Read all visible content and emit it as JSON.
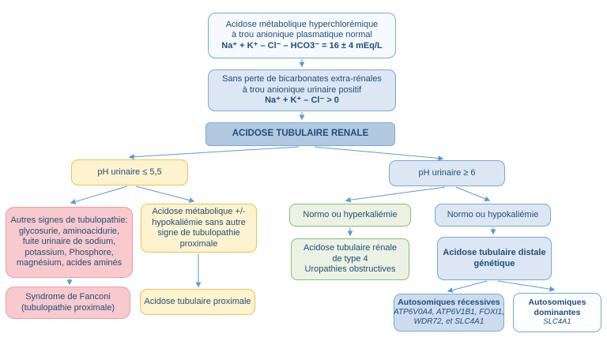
{
  "colors": {
    "line": "#5b9bd5",
    "text": "#1f4e79",
    "blue-border": "#74a9d8",
    "blue-fill": "#dce7f3",
    "blue-strong-fill": "#b3c9e1",
    "pale-fill": "#f6fafd",
    "yellow-fill": "#fdf3cf",
    "yellow-border": "#f0c050",
    "pink-fill": "#f8c9cd",
    "pink-border": "#ef9aa4",
    "green-fill": "#ebf2e3",
    "green-border": "#85c06d",
    "recessive-fill": "#ccdcee",
    "white-fill": "#fdfeff"
  },
  "nodes": {
    "acidose_metabolique": {
      "lines": [
        "Acidose métabolique hyperchlorémique",
        "à trou anionique plasmatique normal",
        "Na⁺ + K⁺ – Cl⁻ – HCO3⁻ = 16 ± 4 mEq/L"
      ]
    },
    "sans_perte": {
      "lines": [
        "Sans perte de bicarbonates extra-rénales",
        "à trou anionique urinaire positif",
        "Na⁺ + K⁺ – Cl⁻ > 0"
      ]
    },
    "acidose_tubulaire_renale": {
      "label": "ACIDOSE TUBULAIRE RENALE"
    },
    "ph_bas": {
      "label": "pH urinaire ≤ 5,5"
    },
    "ph_haut": {
      "label": "pH urinaire ≥ 6"
    },
    "autres_signes": {
      "lines": [
        "Autres signes de tubulopathie:",
        "glycosurie, aminoacidurie,",
        "fuite urinaire de sodium,",
        "potassium, Phosphore,",
        "magnésium, acides aminés"
      ]
    },
    "acidose_hypokaliemie": {
      "lines": [
        "Acidose métabolique +/-",
        "hypokaliémie sans autre",
        "signe de tubulopathie",
        "proximale"
      ]
    },
    "fanconi": {
      "lines": [
        "Syndrome de Fanconi",
        "(tubulopathie proximale)"
      ]
    },
    "acidose_proximale": {
      "label": "Acidose tubulaire proximale"
    },
    "hyperkaliemie": {
      "label": "Normo ou hyperkaliémie"
    },
    "type4": {
      "lines": [
        "Acidose tubulaire rénale",
        "de type 4",
        "Uropathies obstructives"
      ]
    },
    "hypokaliemie": {
      "label": "Normo ou hypokaliémie"
    },
    "distale_genetique": {
      "lines": [
        "Acidose tubulaire distale",
        "génétique"
      ]
    },
    "recessives": {
      "title": "Autosomiques récessives",
      "genes_line1": "ATP6V0A4, ATP6V1B1, FOXI1,",
      "genes_line2": "WDR72, et SLC4A1"
    },
    "dominantes": {
      "title_line1": "Autosomiques",
      "title_line2": "dominantes",
      "gene": "SLC4A1"
    }
  },
  "edges": [
    {
      "from": "acidose_metabolique",
      "to": "sans_perte"
    },
    {
      "from": "sans_perte",
      "to": "acidose_tubulaire_renale"
    },
    {
      "from": "acidose_tubulaire_renale",
      "to": "ph_bas"
    },
    {
      "from": "acidose_tubulaire_renale",
      "to": "ph_haut"
    },
    {
      "from": "ph_bas",
      "to": "autres_signes"
    },
    {
      "from": "ph_bas",
      "to": "acidose_hypokaliemie"
    },
    {
      "from": "autres_signes",
      "to": "fanconi"
    },
    {
      "from": "acidose_hypokaliemie",
      "to": "acidose_proximale"
    },
    {
      "from": "ph_haut",
      "to": "hyperkaliemie"
    },
    {
      "from": "ph_haut",
      "to": "hypokaliemie"
    },
    {
      "from": "hyperkaliemie",
      "to": "type4"
    },
    {
      "from": "hypokaliemie",
      "to": "distale_genetique"
    },
    {
      "from": "distale_genetique",
      "to": "recessives"
    },
    {
      "from": "distale_genetique",
      "to": "dominantes"
    }
  ]
}
